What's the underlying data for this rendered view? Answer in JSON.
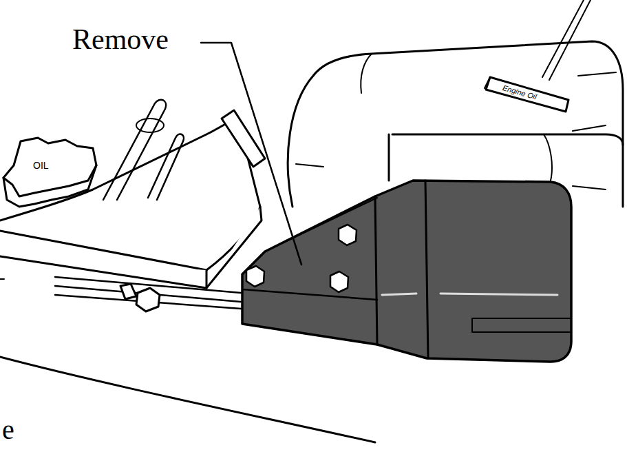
{
  "diagram": {
    "labels": [
      "Remove",
      "OIL",
      "Engine Oil",
      "e"
    ]
  }
}
